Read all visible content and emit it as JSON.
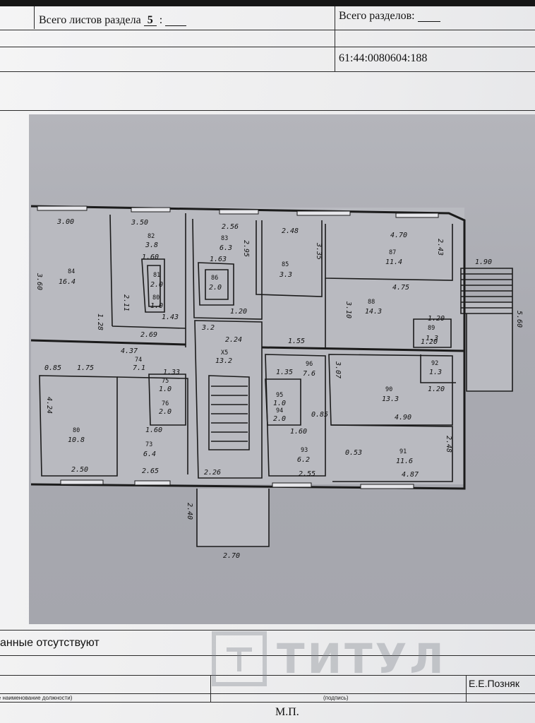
{
  "header": {
    "sheets_label": "Всего листов раздела",
    "sheets_value": "5",
    "sheets_suffix": ":",
    "sections_label": "Всего разделов:",
    "cadastral_number": "61:44:0080604:188"
  },
  "plan": {
    "rooms": [
      {
        "code": "84",
        "area": "16.4"
      },
      {
        "code": "82",
        "area": "3.8"
      },
      {
        "code": "81",
        "area": "2.0"
      },
      {
        "code": "80",
        "area": "1.0"
      },
      {
        "code": "83",
        "area": "6.3"
      },
      {
        "code": "86",
        "area": "2.0"
      },
      {
        "code": "85",
        "area": "3.3"
      },
      {
        "code": "87",
        "area": "11.4"
      },
      {
        "code": "88",
        "area": "14.3"
      },
      {
        "code": "89",
        "area": "1.3"
      },
      {
        "code": "Х5",
        "area": "13.2"
      },
      {
        "code": "74",
        "area": "7.1"
      },
      {
        "code": "75",
        "area": "1.0"
      },
      {
        "code": "76",
        "area": "2.0"
      },
      {
        "code": "80",
        "area": "10.8"
      },
      {
        "code": "73",
        "area": "6.4"
      },
      {
        "code": "96",
        "area": "7.6"
      },
      {
        "code": "95",
        "area": "1.0"
      },
      {
        "code": "94",
        "area": "2.0"
      },
      {
        "code": "93",
        "area": "6.2"
      },
      {
        "code": "90",
        "area": "13.3"
      },
      {
        "code": "91",
        "area": "11.6"
      },
      {
        "code": "92",
        "area": "1.3"
      }
    ],
    "dimensions": {
      "d1": "3.00",
      "d2": "3.50",
      "d3": "2.56",
      "d4": "2.48",
      "d5": "4.70",
      "d6": "1.90",
      "d7": "3.60",
      "d8": "1.60",
      "d9": "1.63",
      "d10": "1.43",
      "d11": "2.69",
      "d12": "2.24",
      "d13": "1.20",
      "d14": "4.75",
      "d15": "1.55",
      "d16": "1.20",
      "d17": "4.37",
      "d18": "1.75",
      "d19": "1.33",
      "d20": "1.35",
      "d21": "3.07",
      "d22": "1.60",
      "d23": "1.60",
      "d24": "4.90",
      "d25": "2.50",
      "d26": "2.65",
      "d27": "2.26",
      "d28": "2.55",
      "d29": "4.87",
      "d30": "2.70",
      "d31": "2.40",
      "d32": "5.60",
      "d33": "0.85",
      "d34": "4.24",
      "d35": "2.48",
      "d36": "0.85",
      "d37": "1.20",
      "d38": "0.53",
      "d39": "1.20",
      "d40": "2.43",
      "d41": "3.35",
      "d42": "3.10",
      "d43": "2.95",
      "d44": "1.28",
      "d45": "2.11",
      "d46": "3.2"
    }
  },
  "footer": {
    "absent_text": "анные отсутствуют",
    "position_caption": "(полное наименование должности)",
    "signature_caption": "(подпись)",
    "signer": "Е.Е.Позняк",
    "stamp": "М.П.",
    "watermark": "ТИТУЛ"
  }
}
